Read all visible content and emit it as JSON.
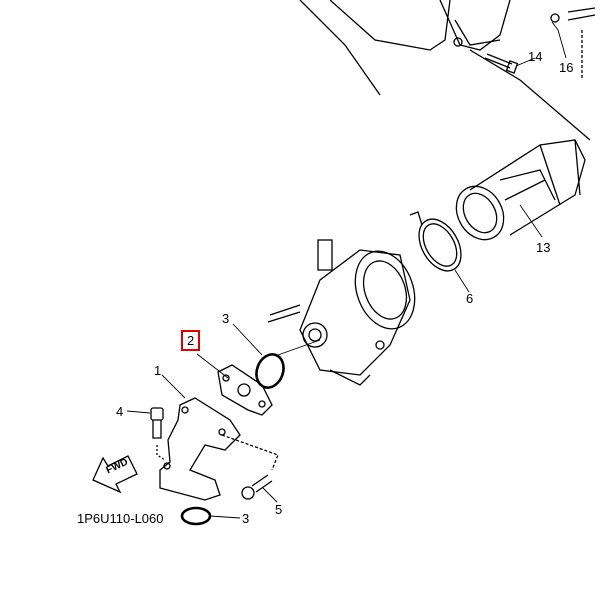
{
  "diagram_code": "1P6U110-L060",
  "fwd_label": "FWD",
  "highlight_color": "#e00000",
  "callouts": {
    "p14": "14",
    "p16": "16",
    "p13": "13",
    "p6": "6",
    "p3_top": "3",
    "p2": "2",
    "p1": "1",
    "p4": "4",
    "p5": "5",
    "p3_bottom": "3"
  }
}
